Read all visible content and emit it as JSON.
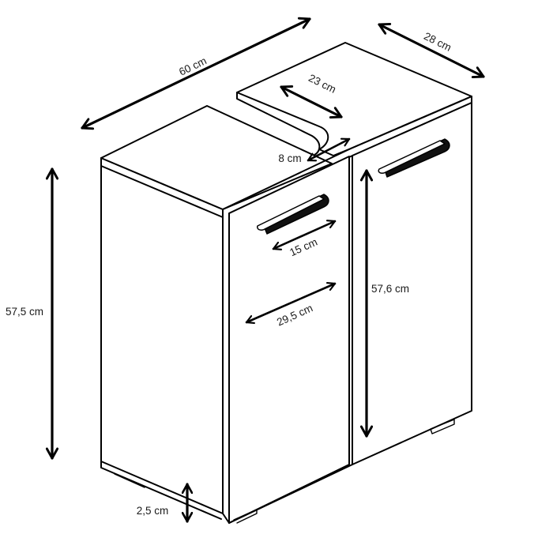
{
  "diagram": {
    "subject": "Two-door under-sink cabinet with cutout",
    "colors": {
      "line": "#000000",
      "background": "#ffffff",
      "text": "#1a1a1a"
    },
    "dimensions": {
      "width": "60 cm",
      "depth": "28 cm",
      "cutout_depth": "23 cm",
      "cutout_width": "8 cm",
      "handle_length": "15 cm",
      "door_width": "29,5 cm",
      "total_height": "57,5 cm",
      "door_height": "57,6 cm",
      "foot_height": "2,5 cm"
    }
  }
}
